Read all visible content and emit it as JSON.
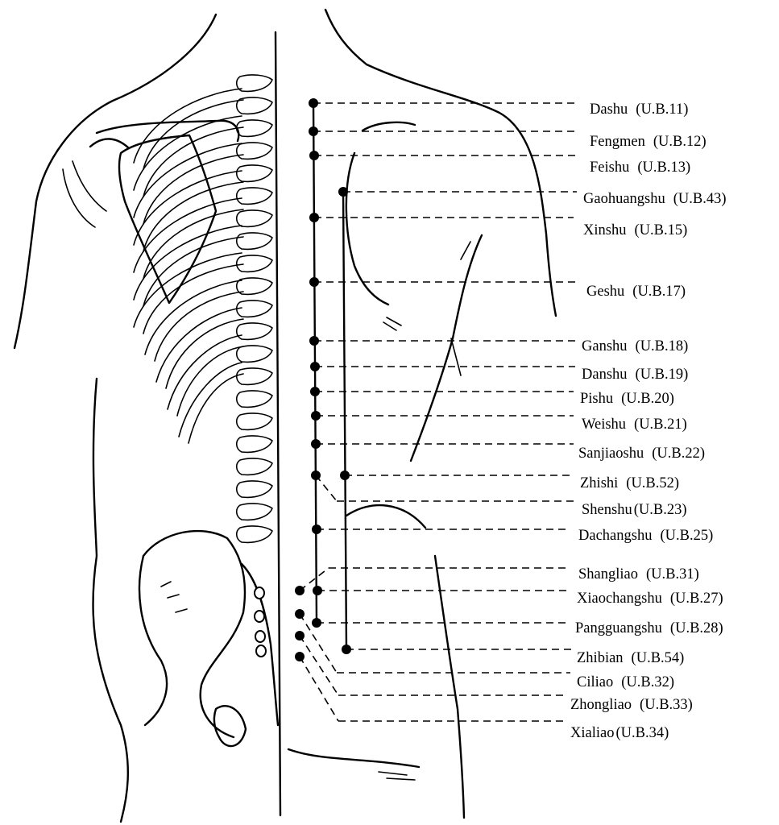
{
  "diagram": {
    "colors": {
      "ink": "#000000",
      "paper": "#ffffff"
    },
    "points": [
      {
        "name": "Dashu",
        "code": "(U.B.11)"
      },
      {
        "name": "Fengmen",
        "code": "(U.B.12)"
      },
      {
        "name": "Feishu",
        "code": "(U.B.13)"
      },
      {
        "name": "Gaohuangshu",
        "code": "(U.B.43)"
      },
      {
        "name": "Xinshu",
        "code": "(U.B.15)"
      },
      {
        "name": "Geshu",
        "code": "(U.B.17)"
      },
      {
        "name": "Ganshu",
        "code": "(U.B.18)"
      },
      {
        "name": "Danshu",
        "code": "(U.B.19)"
      },
      {
        "name": "Pishu",
        "code": "(U.B.20)"
      },
      {
        "name": "Weishu",
        "code": "(U.B.21)"
      },
      {
        "name": "Sanjiaoshu",
        "code": "(U.B.22)"
      },
      {
        "name": "Zhishi",
        "code": "(U.B.52)"
      },
      {
        "name": "Shenshu",
        "code": "(U.B.23)"
      },
      {
        "name": "Dachangshu",
        "code": "(U.B.25)"
      },
      {
        "name": "Shangliao",
        "code": "(U.B.31)"
      },
      {
        "name": "Xiaochangshu",
        "code": "(U.B.27)"
      },
      {
        "name": "Pangguangshu",
        "code": "(U.B.28)"
      },
      {
        "name": "Zhibian",
        "code": "(U.B.54)"
      },
      {
        "name": "Ciliao",
        "code": "(U.B.32)"
      },
      {
        "name": "Zhongliao",
        "code": "(U.B.33)"
      },
      {
        "name": "Xialiao",
        "code": "(U.B.34)"
      }
    ]
  }
}
